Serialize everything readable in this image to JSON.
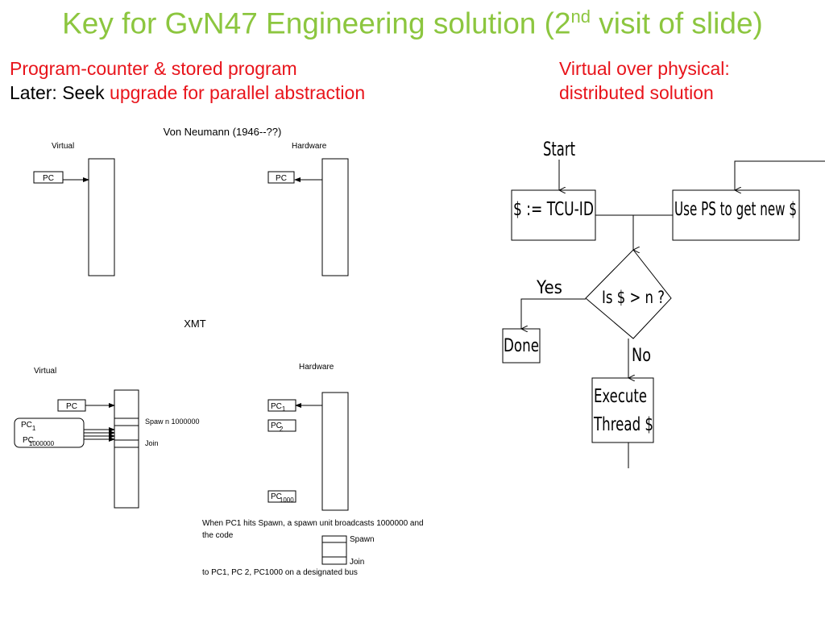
{
  "title": {
    "pre": "Key for GvN47 Engineering solution (2",
    "sup": "nd",
    "post": " visit of slide)",
    "color": "#8cc63f"
  },
  "left_text": {
    "line1": "Program-counter & stored program",
    "line2_black": "Later: Seek ",
    "line2_red": "upgrade for parallel abstraction"
  },
  "right_text": {
    "line1": "Virtual over physical:",
    "line2": "distributed solution"
  },
  "accent_red": "#e8141b",
  "von_neumann": {
    "title": "Von Neumann (1946--??)",
    "virtual_label": "Virtual",
    "hardware_label": "Hardware",
    "pc_virtual": "PC",
    "pc_hardware": "PC"
  },
  "xmt": {
    "title": "XMT",
    "virtual_label": "Virtual",
    "hardware_label": "Hardware",
    "pc_virtual": "PC",
    "pc1_base": "PC",
    "pc1_sub": "1",
    "pcN_base": "PC",
    "pcN_sub": "1000000",
    "spawn_label": "Spaw n 1000000",
    "join_label": "Join",
    "hw_pc1_base": "PC",
    "hw_pc1_sub": "1",
    "hw_pc2_base": "PC",
    "hw_pc2_sub": "2",
    "hw_pc1000_base": "PC",
    "hw_pc1000_sub": "1000",
    "note_line1": "When PC1 hits Spawn, a spawn unit broadcasts 1000000 and",
    "note_line2": "the code",
    "legend_spawn": "Spawn",
    "legend_join": "Join",
    "note_line3": "to PC1, PC 2, PC1000 on a designated bus"
  },
  "flowchart": {
    "start": "Start",
    "assign": "$ := TCU-ID",
    "use_ps": "Use PS to get new $",
    "decision": "Is $ > n ?",
    "yes": "Yes",
    "no": "No",
    "done": "Done",
    "execute_line1": "Execute",
    "execute_line2": "Thread $"
  }
}
